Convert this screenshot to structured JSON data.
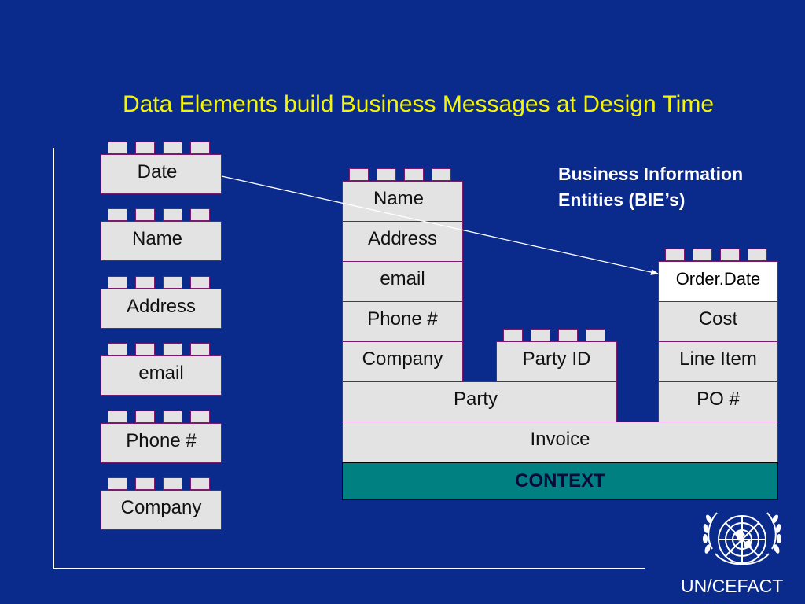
{
  "title": "Data Elements build Business Messages at Design Time",
  "data_elements": [
    "Date",
    "Name",
    "Address",
    "email",
    "Phone #",
    "Company"
  ],
  "party_stack": [
    "Name",
    "Address",
    "email",
    "Phone #",
    "Company"
  ],
  "party_id": "Party ID",
  "party": "Party",
  "invoice": "Invoice",
  "order_stack": [
    "Order.Date",
    "Cost",
    "Line Item",
    "PO #"
  ],
  "context": "CONTEXT",
  "bie_label": {
    "line1": "Business Information",
    "line2": "Entities (BIE’s)"
  },
  "footer": "UN/CEFACT",
  "logo_icon": "un-emblem-icon",
  "colors": {
    "background": "#0a2a8c",
    "title": "#f5f500",
    "block": "#e3e3e3",
    "block_border": "#7a1a6a",
    "context": "#008080"
  }
}
